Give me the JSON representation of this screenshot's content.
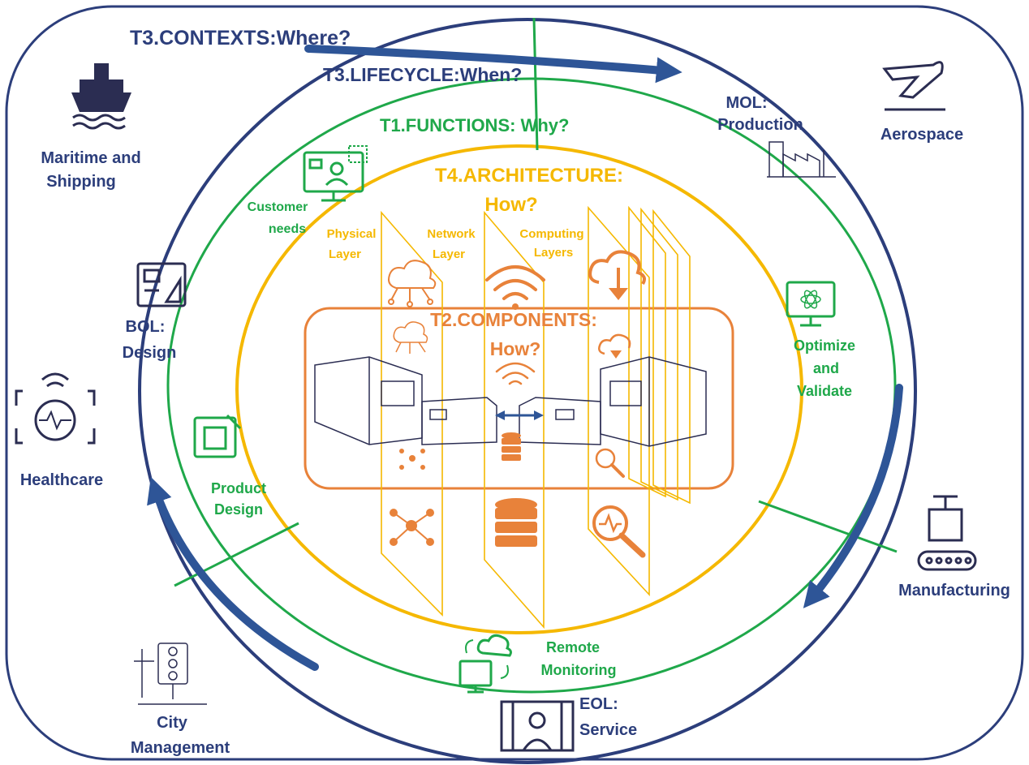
{
  "colors": {
    "navy": "#2c3e7b",
    "green": "#1fa84a",
    "gold": "#f5b800",
    "orange": "#e8823a",
    "arrow_blue": "#2e5597",
    "icon_dark": "#2b2d52"
  },
  "titles": {
    "contexts": "T3.CONTEXTS:Where?",
    "lifecycle": "T3.LIFECYCLE:When?",
    "functions": "T1.FUNCTIONS: Why?",
    "architecture_1": "T4.ARCHITECTURE:",
    "architecture_2": "How?",
    "components_1": "T2.COMPONENTS:",
    "components_2": "How?"
  },
  "contexts": {
    "maritime_1": "Maritime and",
    "maritime_2": "Shipping",
    "aerospace": "Aerospace",
    "healthcare": "Healthcare",
    "manufacturing": "Manufacturing",
    "city_1": "City",
    "city_2": "Management"
  },
  "lifecycle": {
    "mol_1": "MOL:",
    "mol_2": "Production",
    "bol_1": "BOL:",
    "bol_2": "Design",
    "eol_1": "EOL:",
    "eol_2": "Service"
  },
  "functions": {
    "customer_1": "Customer",
    "customer_2": "needs",
    "optimize_1": "Optimize",
    "optimize_2": "and",
    "optimize_3": "Validate",
    "product_1": "Product",
    "product_2": "Design",
    "remote_1": "Remote",
    "remote_2": "Monitoring"
  },
  "layers": {
    "physical_1": "Physical",
    "physical_2": "Layer",
    "network_1": "Network",
    "network_2": "Layer",
    "computing_1": "Computing",
    "computing_2": "Layers"
  }
}
